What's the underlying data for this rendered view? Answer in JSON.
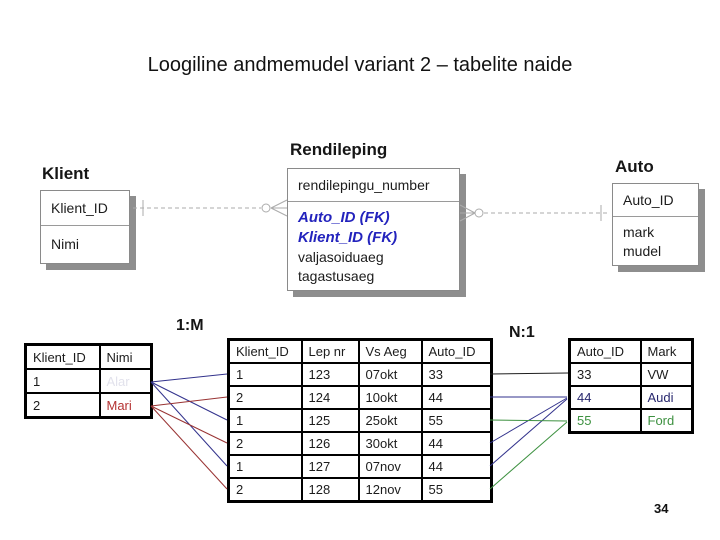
{
  "slide": {
    "title": "Loogiline andmemudel variant 2 – tabelite naide",
    "page_number": "34"
  },
  "erd": {
    "klient": {
      "name": "Klient",
      "pk": "Klient_ID",
      "attr1": "Nimi"
    },
    "rendileping": {
      "name": "Rendileping",
      "pk": "rendilepingu_number",
      "fk1": "Auto_ID (FK)",
      "fk2": "Klient_ID (FK)",
      "attr1": "valjasoiduaeg",
      "attr2": "tagastusaeg"
    },
    "auto": {
      "name": "Auto",
      "pk": "Auto_ID",
      "attr1": "mark",
      "attr2": "mudel"
    }
  },
  "relationship_labels": {
    "left": "1:M",
    "right": "N:1"
  },
  "tables": {
    "klient": {
      "headers": [
        "Klient_ID",
        "Nimi"
      ],
      "rows": [
        [
          "1",
          "Alar"
        ],
        [
          "2",
          "Mari"
        ]
      ]
    },
    "rendileping": {
      "headers": [
        "Klient_ID",
        "Lep nr",
        "Vs Aeg",
        "Auto_ID"
      ],
      "rows": [
        [
          "1",
          "123",
          "07okt",
          "33"
        ],
        [
          "2",
          "124",
          "10okt",
          "44"
        ],
        [
          "1",
          "125",
          "25okt",
          "55"
        ],
        [
          "2",
          "126",
          "30okt",
          "44"
        ],
        [
          "1",
          "127",
          "07nov",
          "44"
        ],
        [
          "2",
          "128",
          "12nov",
          "55"
        ]
      ]
    },
    "auto": {
      "headers": [
        "Auto_ID",
        "Mark"
      ],
      "rows": [
        [
          "33",
          "VW"
        ],
        [
          "44",
          "Audi"
        ],
        [
          "55",
          "Ford"
        ]
      ]
    }
  },
  "colors": {
    "fk_blue": "#2323bd",
    "link_blue": "#32328c",
    "link_red": "#993333",
    "link_green": "#3d9140",
    "link_black": "#1f1f1f",
    "text_mari_red": "#b43333",
    "text_alar_pale": "#e2e2ec",
    "text_navy": "#28286e",
    "text_green": "#3d9140",
    "erd_line_gray": "#ababab",
    "shadow_gray": "#8e8e8e"
  }
}
